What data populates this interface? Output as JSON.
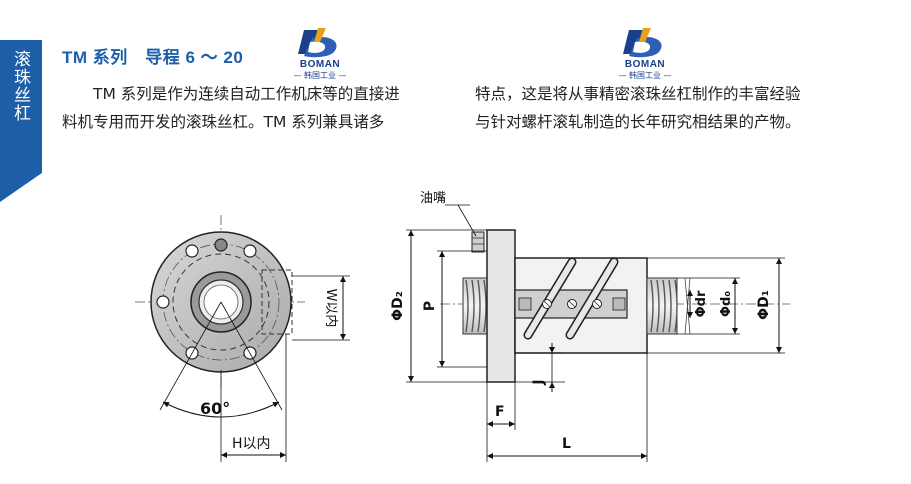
{
  "side_tab": {
    "label": "滚珠丝杠"
  },
  "header": {
    "title": "TM 系列　导程 6 ～ 20"
  },
  "logo": {
    "brand": "BOMAN",
    "subtitle": "— 韩国工业 —"
  },
  "intro": {
    "left_lines": [
      "　　TM 系列是作为连续自动工作机床等的直接进",
      "料机专用而开发的滚珠丝杠。TM 系列兼具诸多"
    ],
    "right_lines": [
      "特点，这是将从事精密滚珠丝杠制作的丰富经验",
      "与针对螺杆滚轧制造的长年研究相结果的产物。"
    ]
  },
  "drawing": {
    "oil_nipple_label": "油嘴",
    "angle_label": "60°",
    "w_label": "W以内",
    "h_label": "H以内",
    "d2_label": "ΦD₂",
    "p_label": "P",
    "dr_label": "Φdr",
    "d0_label": "Φd₀",
    "d1_label": "ΦD₁",
    "j_label": "J",
    "f_label": "F",
    "l_label": "L"
  },
  "colors": {
    "accent": "#1d5ea8",
    "logo_blue": "#1b3f8a",
    "logo_gold": "#e8a21a"
  }
}
